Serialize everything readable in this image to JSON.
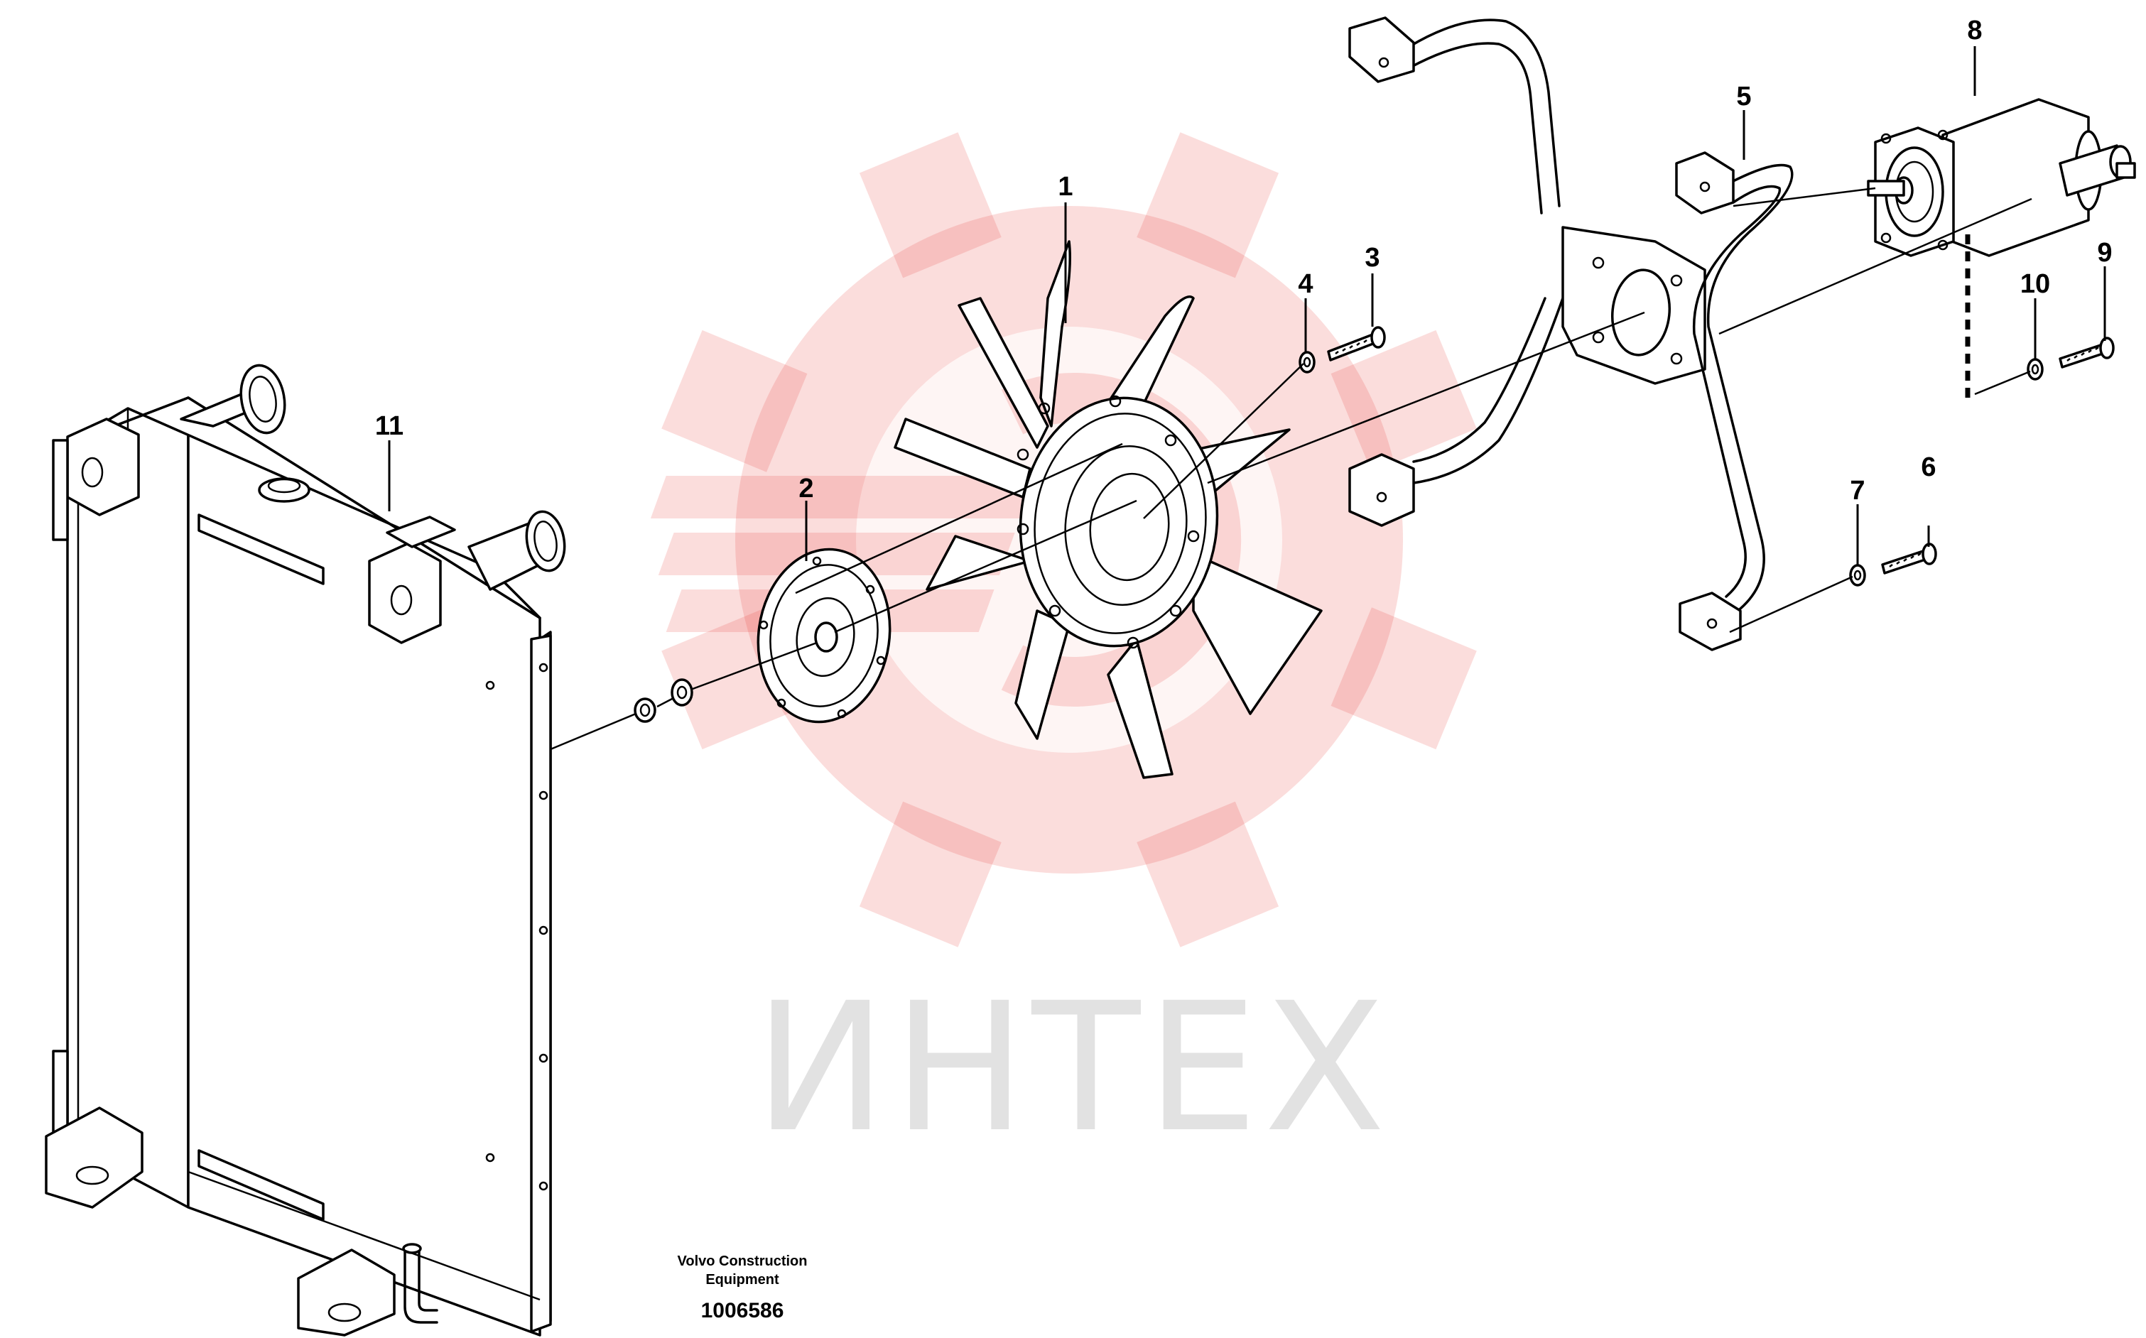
{
  "watermark": {
    "text": "ИНТЕХ",
    "color": "#e8332e",
    "opacity": 0.17
  },
  "callouts": [
    {
      "id": "1",
      "label": "1"
    },
    {
      "id": "2",
      "label": "2"
    },
    {
      "id": "3",
      "label": "3"
    },
    {
      "id": "4",
      "label": "4"
    },
    {
      "id": "5",
      "label": "5"
    },
    {
      "id": "6",
      "label": "6"
    },
    {
      "id": "7",
      "label": "7"
    },
    {
      "id": "8",
      "label": "8"
    },
    {
      "id": "9",
      "label": "9"
    },
    {
      "id": "10",
      "label": "10"
    },
    {
      "id": "11",
      "label": "11"
    }
  ],
  "caption": {
    "line1": "Volvo Construction",
    "line2": "Equipment"
  },
  "document_number": "1006586"
}
